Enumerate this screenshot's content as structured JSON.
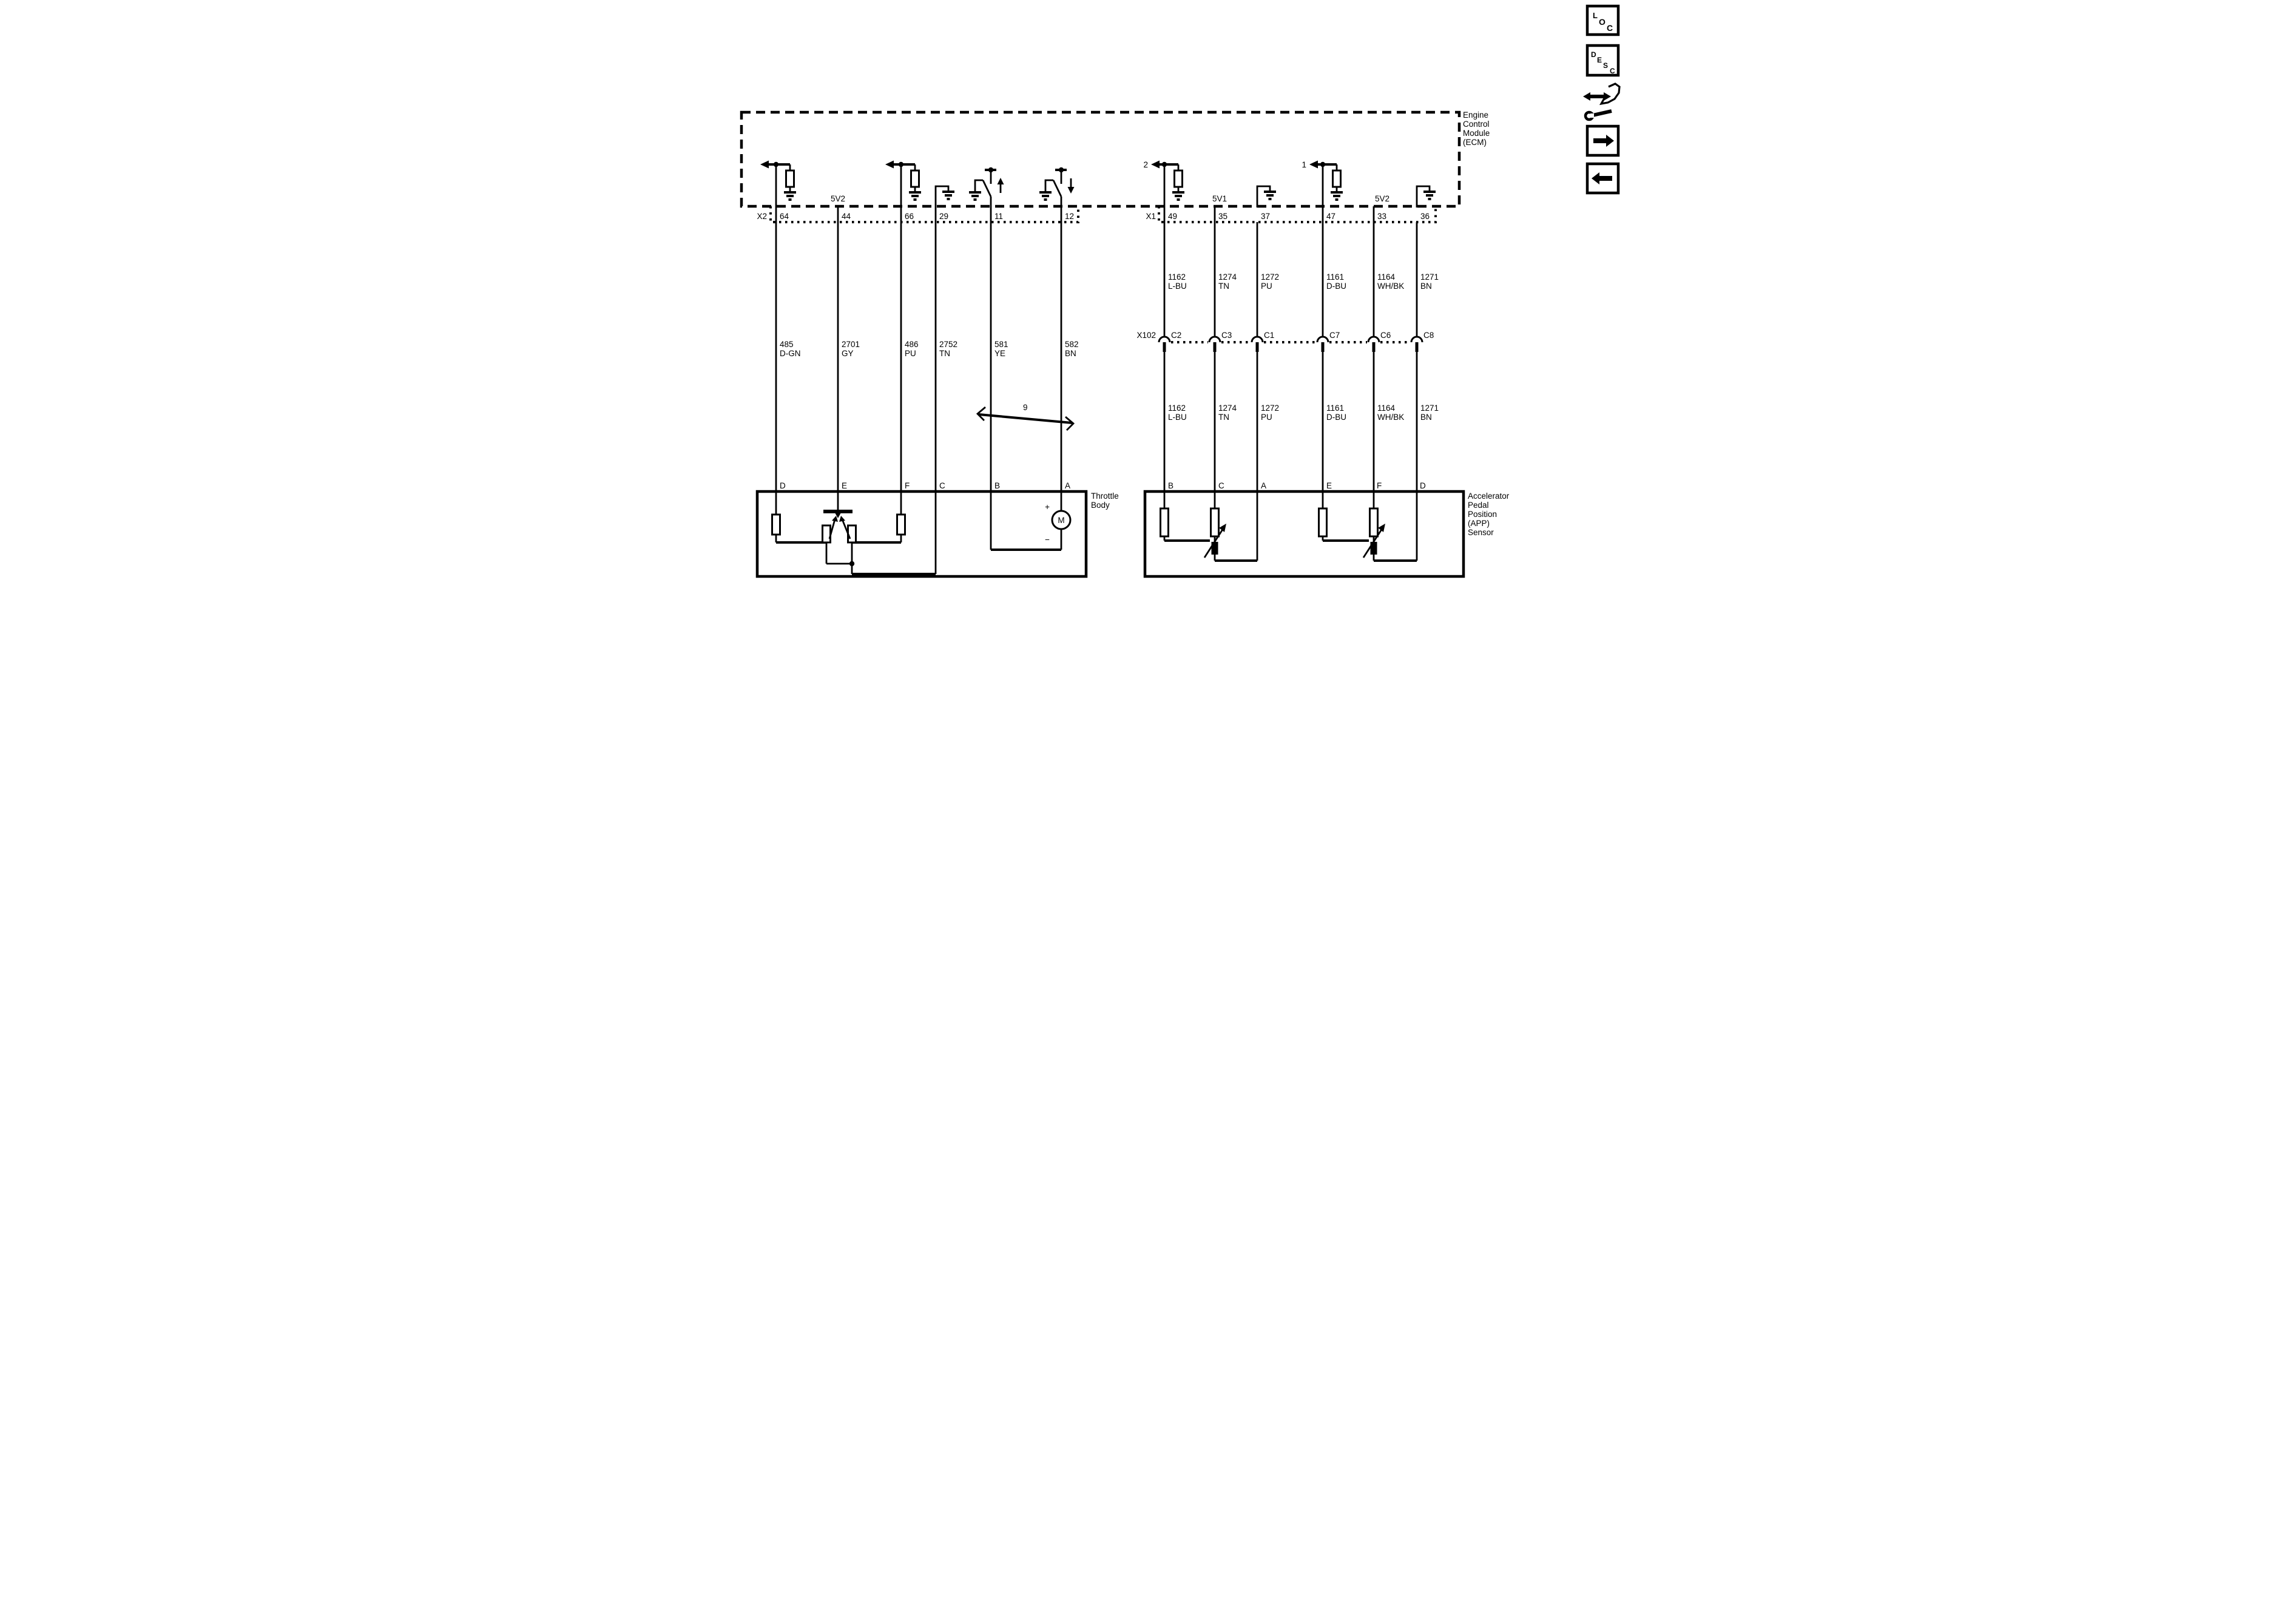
{
  "ecm": {
    "name_lines": [
      "Engine",
      "Control",
      "Module",
      "(ECM)"
    ],
    "left_connector": {
      "id": "X2",
      "pins": [
        "64",
        "44",
        "66",
        "29",
        "11",
        "12"
      ],
      "ref_5v": "5V2"
    },
    "right_connector": {
      "id": "X1",
      "pins": [
        "49",
        "35",
        "37",
        "47",
        "33",
        "36"
      ],
      "ref_5v1": "5V1",
      "ref_5v2": "5V2"
    },
    "driver_labels": {
      "pin49": "2",
      "pin47": "1"
    }
  },
  "left_wires": [
    {
      "circuit": "485",
      "color": "D-GN",
      "pin": "D"
    },
    {
      "circuit": "2701",
      "color": "GY",
      "pin": "E"
    },
    {
      "circuit": "486",
      "color": "PU",
      "pin": "F"
    },
    {
      "circuit": "2752",
      "color": "TN",
      "pin": "C"
    },
    {
      "circuit": "581",
      "color": "YE",
      "pin": "B"
    },
    {
      "circuit": "582",
      "color": "BN",
      "pin": "A"
    }
  ],
  "right_wires": [
    {
      "circuit": "1162",
      "color": "L-BU",
      "x102_pin": "C2",
      "pin": "B"
    },
    {
      "circuit": "1274",
      "color": "TN",
      "x102_pin": "C3",
      "pin": "C"
    },
    {
      "circuit": "1272",
      "color": "PU",
      "x102_pin": "C1",
      "pin": "A"
    },
    {
      "circuit": "1161",
      "color": "D-BU",
      "x102_pin": "C7",
      "pin": "E"
    },
    {
      "circuit": "1164",
      "color": "WH/BK",
      "x102_pin": "C6",
      "pin": "F"
    },
    {
      "circuit": "1271",
      "color": "BN",
      "x102_pin": "C8",
      "pin": "D"
    }
  ],
  "inline_connector": {
    "id": "X102"
  },
  "harness_marker": "9",
  "throttle_body": {
    "name_lines": [
      "Throttle",
      "Body"
    ],
    "motor": "M",
    "plus": "+",
    "minus": "−"
  },
  "app_sensor": {
    "name_lines": [
      "Accelerator",
      "Pedal",
      "Position",
      "(APP)",
      "Sensor"
    ]
  },
  "toolbar": {
    "loc": [
      "L",
      "O",
      "C"
    ],
    "desc": [
      "D",
      "E",
      "S",
      "C"
    ]
  },
  "colors": {
    "ink": "#000000",
    "paper": "#ffffff"
  }
}
